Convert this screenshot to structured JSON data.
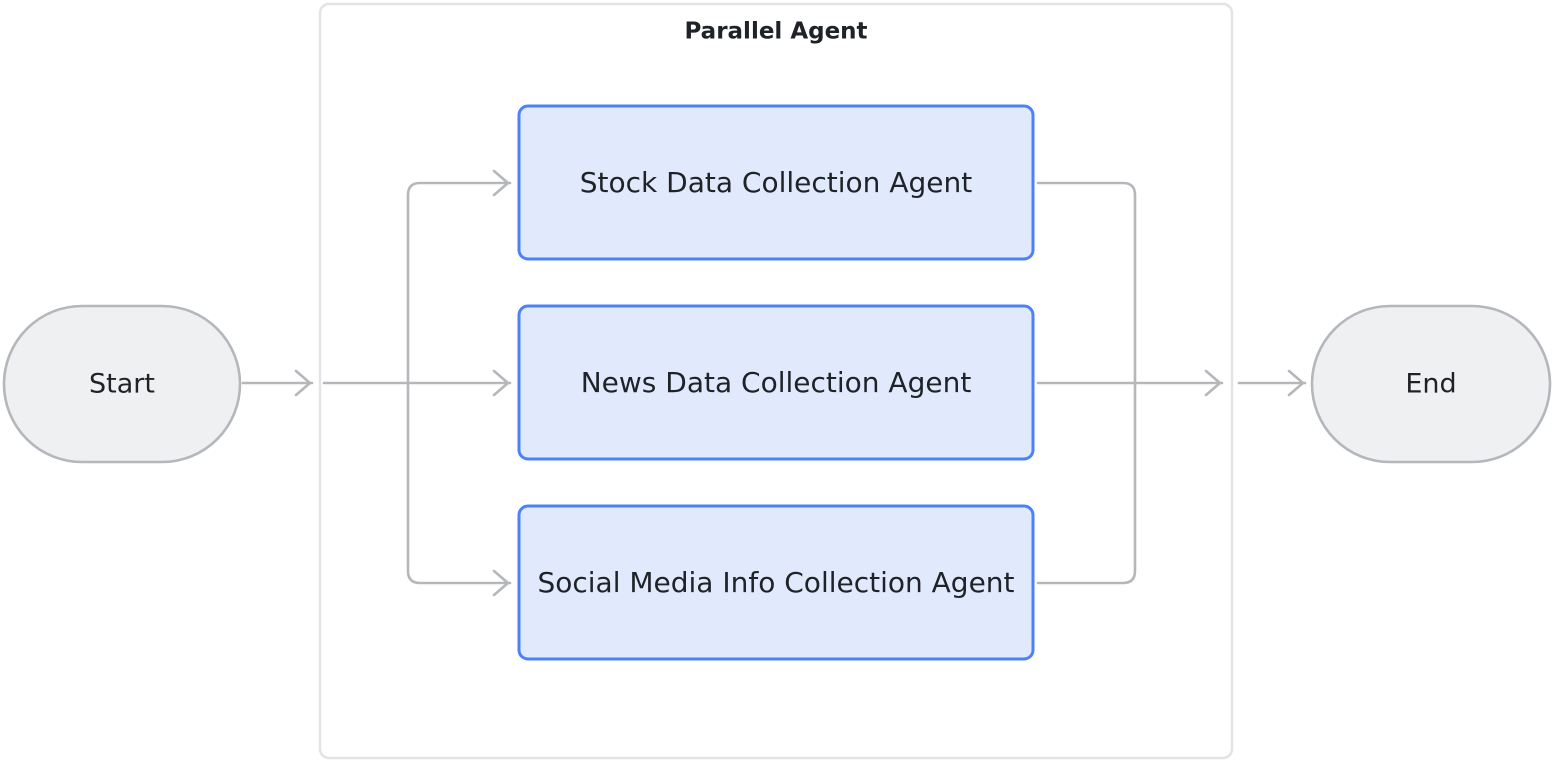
{
  "diagram": {
    "type": "flowchart",
    "orientation": "left-to-right",
    "background_color": "#ffffff",
    "title_text": "Parallel Agent"
  },
  "group": {
    "label": "Parallel Agent",
    "border_color": "#e2e3e7",
    "fill_color": "#ffffff"
  },
  "nodes": {
    "start": {
      "label": "Start",
      "shape": "stadium",
      "fill_color": "#eff0f2",
      "border_color": "#b4b7bc",
      "text_color": "#1f2328"
    },
    "end": {
      "label": "End",
      "shape": "stadium",
      "fill_color": "#eff0f2",
      "border_color": "#b4b7bc",
      "text_color": "#1f2328"
    }
  },
  "agents": [
    {
      "id": "stock-data-collection-agent",
      "label": "Stock Data Collection Agent",
      "fill_color": "#e1eafd",
      "border_color": "#4c82f7",
      "text_color": "#1f2328"
    },
    {
      "id": "news-data-collection-agent",
      "label": "News Data Collection Agent",
      "fill_color": "#e1eafd",
      "border_color": "#4c82f7",
      "text_color": "#1f2328"
    },
    {
      "id": "social-media-info-collection-agent",
      "label": "Social Media Info Collection Agent",
      "fill_color": "#e1eafd",
      "border_color": "#4c82f7",
      "text_color": "#1f2328"
    }
  ],
  "edges": {
    "color": "#b5b7bb",
    "arrowhead_style": "open-chevron",
    "connections": [
      "Start -> Parallel Agent",
      "fan-out -> Stock Data Collection Agent",
      "fan-out -> News Data Collection Agent",
      "fan-out -> Social Media Info Collection Agent",
      "Stock Data Collection Agent -> fan-in",
      "News Data Collection Agent -> fan-in",
      "Social Media Info Collection Agent -> fan-in",
      "Parallel Agent -> End"
    ]
  }
}
